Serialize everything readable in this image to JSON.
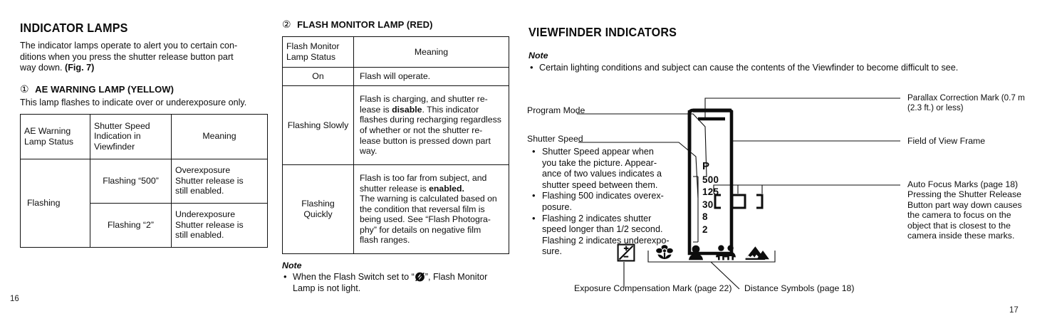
{
  "page": {
    "left_page_number": "16",
    "right_page_number": "17"
  },
  "column1": {
    "title": "INDICATOR LAMPS",
    "intro_1": "The indicator lamps operate to alert you to certain con-",
    "intro_2": "ditions when you press the shutter release button part",
    "intro_3": "way down. ",
    "intro_3_bold": "(Fig. 7)",
    "section_marker": "①",
    "section_title": "AE WARNING LAMP (YELLOW)",
    "section_sub": "This lamp flashes to indicate over or underexposure only.",
    "table": {
      "headers": [
        "AE Warning\nLamp Status",
        "Shutter Speed\nIndication in\nViewfinder",
        "Meaning"
      ],
      "header_col1_l1": "AE Warning",
      "header_col1_l2": "Lamp Status",
      "header_col2_l1": "Shutter Speed",
      "header_col2_l2": "Indication in",
      "header_col2_l3": "Viewfinder",
      "header_col3": "Meaning",
      "status_cell": "Flashing",
      "row1_indication": "Flashing “500”",
      "row1_meaning_l1": "Overexposure",
      "row1_meaning_l2": "Shutter release is",
      "row1_meaning_l3": "still enabled.",
      "row2_indication": "Flashing “2”",
      "row2_meaning_l1": "Underexposure",
      "row2_meaning_l2": "Shutter release is",
      "row2_meaning_l3": "still enabled."
    }
  },
  "column2": {
    "section_marker": "②",
    "section_title": "FLASH MONITOR LAMP (RED)",
    "table": {
      "header_col1_l1": "Flash Monitor",
      "header_col1_l2": "Lamp Status",
      "header_col2": "Meaning",
      "row_on_status": "On",
      "row_on_meaning": "Flash will operate.",
      "row_slow_status": "Flashing Slowly",
      "row_slow_meaning_a": "Flash is charging, and shutter re-",
      "row_slow_meaning_b1": "lease is ",
      "row_slow_meaning_b_bold": "disable",
      "row_slow_meaning_b2": ". This indicator",
      "row_slow_meaning_c": "flashes during recharging regardless",
      "row_slow_meaning_d": "of whether or not the shutter re-",
      "row_slow_meaning_e": "lease button is pressed down part",
      "row_slow_meaning_f": "way.",
      "row_quick_status": "Flashing Quickly",
      "row_quick_meaning_a": "Flash is too far from subject, and",
      "row_quick_meaning_b1": "shutter release is ",
      "row_quick_meaning_b_bold": "enabled.",
      "row_quick_meaning_c": "The warning is calculated based on",
      "row_quick_meaning_d": "the condition that reversal film is",
      "row_quick_meaning_e": "being used. See “Flash Photogra-",
      "row_quick_meaning_f": "phy” for details on negative film",
      "row_quick_meaning_g": "flash ranges."
    },
    "note_label": "Note",
    "note_line1_a": "When the Flash Switch set to “",
    "note_line1_icon": "flash-off-icon",
    "note_line1_b": "”, Flash Monitor",
    "note_line2": "Lamp is not light."
  },
  "column3": {
    "title": "VIEWFINDER INDICATORS",
    "note_label": "Note",
    "note_text": "Certain lighting conditions and subject can cause the contents of the Viewfinder to become difficult to see."
  },
  "diagram": {
    "label_program_mode": "Program Mode",
    "label_shutter_speed": "Shutter Speed",
    "shutter_bullets": [
      [
        "Shutter Speed appear when",
        "you take the picture. Appear-",
        "ance of two values indicates a",
        "shutter speed between them."
      ],
      [
        "Flashing 500 indicates overex-",
        "posure."
      ],
      [
        "Flashing 2 indicates shutter",
        "speed longer than 1/2 second.",
        "Flashing 2 indicates underexpo-",
        "sure."
      ]
    ],
    "viewfinder": {
      "program_mode_glyph": "P",
      "shutter_speeds": [
        "500",
        "125",
        "30",
        "8",
        "2"
      ],
      "exposure_comp_icon": "exposure-compensation-icon",
      "distance_icons": [
        "macro-flower-icon",
        "portrait-person-icon",
        "group-people-icon",
        "mountain-landscape-icon"
      ],
      "autofocus_marks_icon": "auto-focus-marks-icon"
    },
    "right_labels": {
      "parallax_l1": "Parallax Correction Mark (0.7 m",
      "parallax_l2": "(2.3 ft.) or less)",
      "field_of_view": "Field of View Frame",
      "autofocus_l1": "Auto Focus Marks (page 18)",
      "autofocus_l2": "Pressing the Shutter Release",
      "autofocus_l3": "Button part way down causes",
      "autofocus_l4": "the camera to focus on the",
      "autofocus_l5": "object that is closest to the",
      "autofocus_l6": "camera inside these marks."
    },
    "bottom_labels": {
      "exposure_comp": "Exposure Compensation Mark (page 22)",
      "distance_symbols": "Distance Symbols (page 18)"
    }
  },
  "colors": {
    "ink": "#0d0d0d",
    "rule": "#111111",
    "paper": "#ffffff"
  }
}
